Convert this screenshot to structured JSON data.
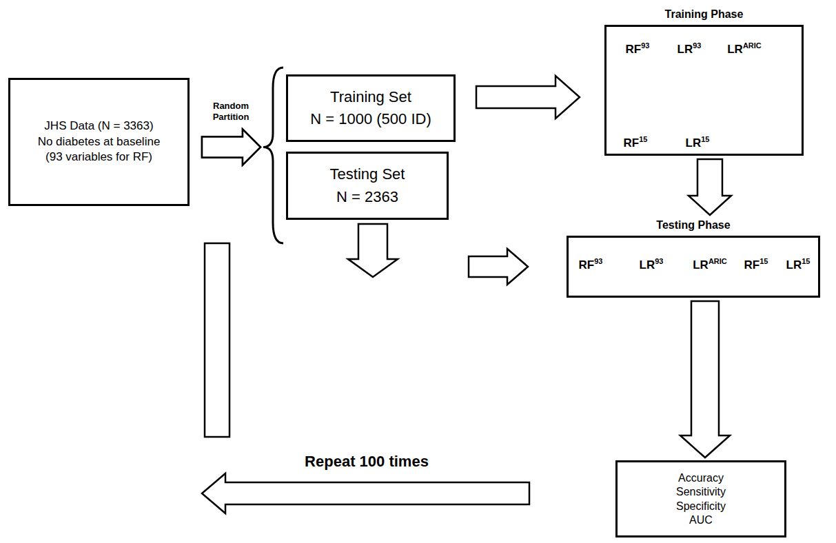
{
  "diagram": {
    "nodes": [
      {
        "text": [
          "JHS Data (N = 3363)",
          "No diabetes at baseline",
          "(93 variables for RF)"
        ]
      },
      {
        "text": [
          "Training Set",
          "N = 1000 (500 ID)"
        ]
      },
      {
        "text": [
          "Testing Set",
          "N = 2363"
        ]
      },
      {
        "text": [
          "Training Phase"
        ]
      },
      {
        "text": [
          "Testing Phase"
        ]
      },
      {
        "text": [
          "Accuracy",
          "Sensitivity",
          "Specificity",
          "AUC"
        ]
      }
    ],
    "edges": [
      {
        "from": 0,
        "to": 1,
        "label": "Random Partition",
        "arrow": "to"
      },
      {
        "from": 0,
        "to": 2,
        "arrow": "to"
      },
      {
        "from": 1,
        "to": 3,
        "arrow": "to"
      },
      {
        "from": 3,
        "to": 4,
        "arrow": "to"
      },
      {
        "from": 2,
        "to": 4,
        "arrow": "to"
      },
      {
        "from": 4,
        "to": 5,
        "arrow": "to"
      },
      {
        "from": 5,
        "to": 0,
        "label": "Repeat 100 times",
        "arrow": "to"
      }
    ],
    "labels": [
      "RF93",
      "LR93",
      "LRARIC",
      "RF15",
      "LR15",
      "RF93",
      "LR93",
      "LRARIC",
      "RF15",
      "LR15"
    ]
  }
}
